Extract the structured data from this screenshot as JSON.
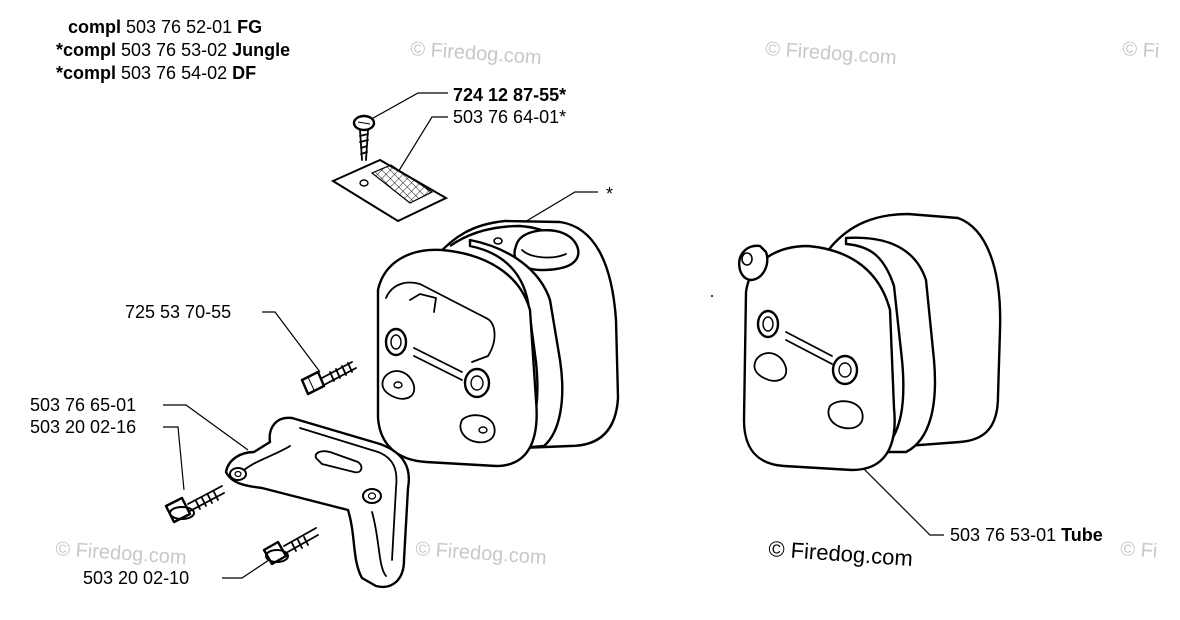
{
  "header": {
    "lines": [
      {
        "prefix": "compl",
        "number": "503 76 52-01",
        "variant": "FG"
      },
      {
        "prefix": "*compl",
        "number": "503 76 53-02",
        "variant": "Jungle"
      },
      {
        "prefix": "*compl",
        "number": "503 76 54-02",
        "variant": "DF"
      }
    ]
  },
  "labels": {
    "screw_top": "724 12 87-55*",
    "screen": "503 76 64-01*",
    "cover_star": "*",
    "bolt": "725 53 70-55",
    "bracket": "503 76 65-01",
    "bolt_long": "503 20 02-16",
    "bolt_short": "503 20 02-10",
    "tube_number": "503 76 53-01",
    "tube_word": "Tube"
  },
  "watermark": {
    "text": "© Firedog.com",
    "partial": "© Fi"
  }
}
